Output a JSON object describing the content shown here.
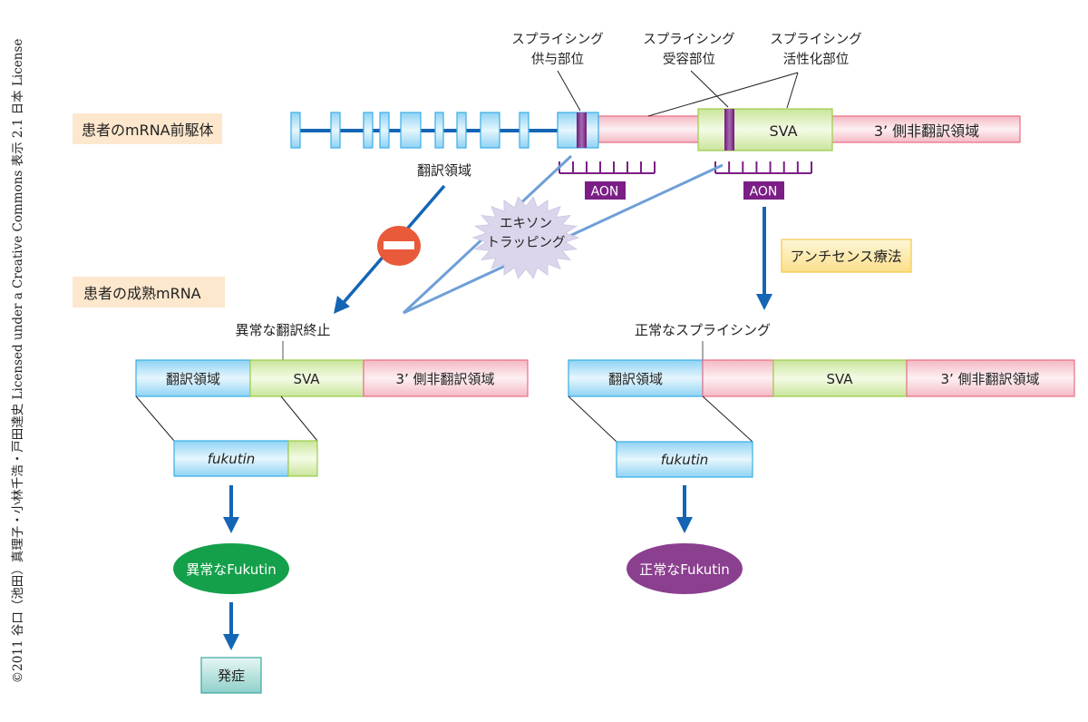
{
  "credit": "©2011 谷口（池田）真理子・小林千浩・戸田達史 Licensed under a Creative Commons 表示 2.1 日本 License",
  "labels": {
    "precursor": "患者のmRNA前駆体",
    "mature": "患者の成熟mRNA"
  },
  "precursor": {
    "donor_site": [
      "スプライシング",
      "供与部位"
    ],
    "acceptor_site": [
      "スプライシング",
      "受容部位"
    ],
    "activation_site": [
      "スプライシング",
      "活性化部位"
    ],
    "coding_label": "翻訳領域",
    "sva_label": "SVA",
    "utr_label": "3’ 側非翻訳領域"
  },
  "aon": {
    "left": "AON",
    "right": "AON"
  },
  "exon_trapping": [
    "エキソン",
    "トラッピング"
  ],
  "therapy": "アンチセンス療法",
  "left_path": {
    "note": "異常な翻訳終止",
    "segments": [
      "翻訳領域",
      "SVA",
      "3’ 側非翻訳領域"
    ],
    "gene": "fukutin",
    "protein": "異常なFukutin",
    "outcome": "発症"
  },
  "right_path": {
    "note": "正常なスプライシング",
    "segments": [
      "翻訳領域",
      "",
      "SVA",
      "3’ 側非翻訳領域"
    ],
    "gene": "fukutin",
    "protein": "正常なFukutin"
  },
  "colors": {
    "exon_blue": "#aee0f7",
    "exon_border": "#3aaee6",
    "intron_line": "#1565b5",
    "utr_pink": "#f7d3da",
    "utr_border": "#e86f86",
    "sva_green": "#d9edb0",
    "sva_border": "#9ccc4a",
    "aon_purple": "#7b1f86",
    "label_bg": "#fde7cd",
    "arrow_blue": "#1565b5",
    "trap_line": "#6f9fd8",
    "stop_red": "#e85a3a",
    "abnormal_green": "#14a04a",
    "normal_purple": "#8b3f8f",
    "therapy_yellow": "#fde9a6",
    "onset_teal": "#a9dcd8"
  }
}
